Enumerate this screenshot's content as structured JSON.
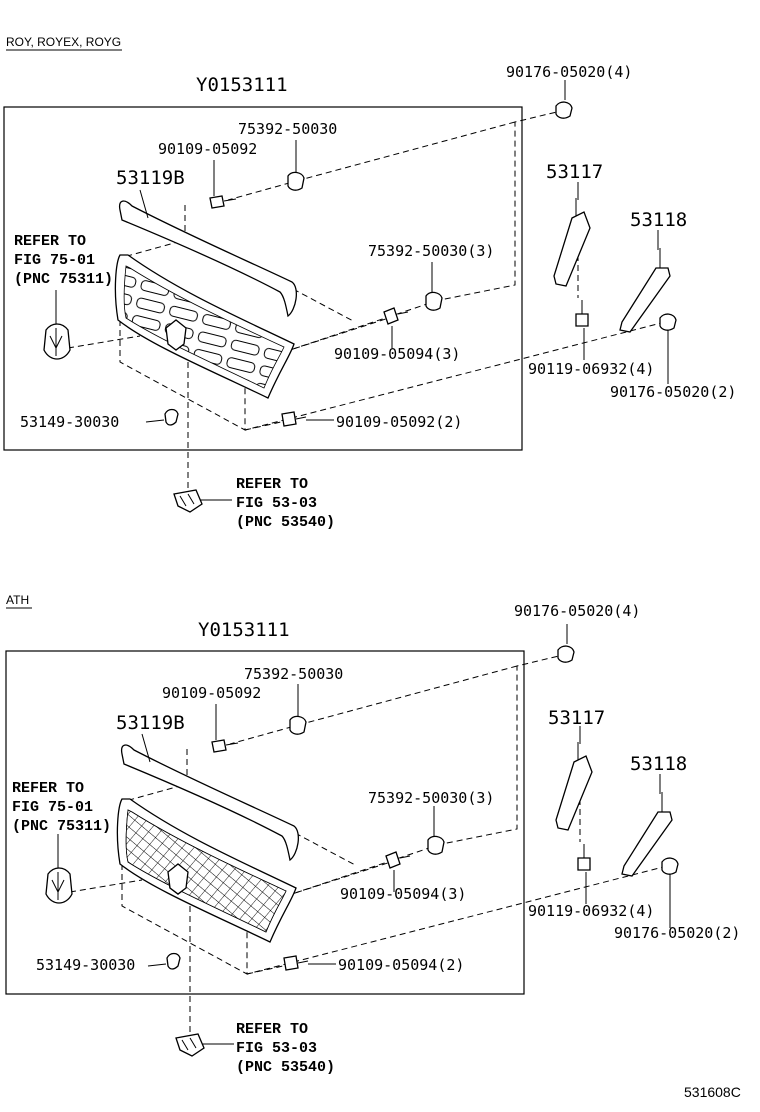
{
  "sections": [
    {
      "id": "top",
      "variant": "ROY, ROYEX, ROYG",
      "assembly": "Y0153111",
      "labels": {
        "bolt_top": "90176-05020(4)",
        "retainer_top": "75392-50030",
        "screw_top": "90109-05092",
        "molding": "53119B",
        "retainer_mid": "75392-50030(3)",
        "screw_mid": "90109-05094(3)",
        "clip_bottom": "53149-30030",
        "screw_bottom": "90109-05092(2)",
        "bracket_left": "53117",
        "bracket_right": "53118",
        "stud": "90119-06932(4)",
        "nut_right": "90176-05020(2)"
      },
      "refer_emblem": [
        "REFER TO",
        "FIG 75-01",
        "(PNC 75311)"
      ],
      "refer_bottom": [
        "REFER TO",
        "FIG 53-03",
        "(PNC 53540)"
      ]
    },
    {
      "id": "bottom",
      "variant": "ATH",
      "assembly": "Y0153111",
      "labels": {
        "bolt_top": "90176-05020(4)",
        "retainer_top": "75392-50030",
        "screw_top": "90109-05092",
        "molding": "53119B",
        "retainer_mid": "75392-50030(3)",
        "screw_mid": "90109-05094(3)",
        "clip_bottom": "53149-30030",
        "screw_bottom": "90109-05094(2)",
        "bracket_left": "53117",
        "bracket_right": "53118",
        "stud": "90119-06932(4)",
        "nut_right": "90176-05020(2)"
      },
      "refer_emblem": [
        "REFER TO",
        "FIG 75-01",
        "(PNC 75311)"
      ],
      "refer_bottom": [
        "REFER TO",
        "FIG 53-03",
        "(PNC 53540)"
      ]
    }
  ],
  "figure_code": "531608C"
}
